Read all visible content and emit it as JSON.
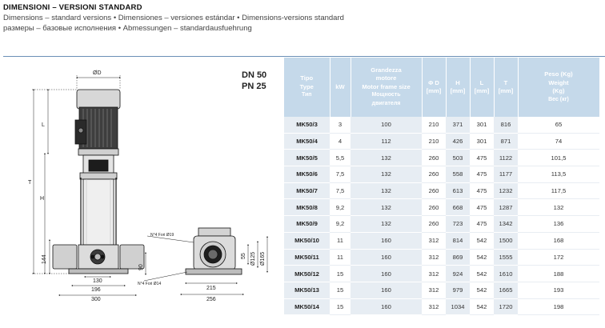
{
  "header": {
    "title": "DIMENSIONI – VERSIONI STANDARD",
    "line2": "Dimensions – standard versions • Dimensiones – versiones estándar • Dimensions-versions standard",
    "line3": "размеры – базовые исполнения • Abmessungen – standardausfuehrung"
  },
  "drawing": {
    "dn": "DN 50",
    "pn": "PN 25",
    "labels": {
      "phi_d": "ØD",
      "l": "L",
      "h": "H",
      "t": "T",
      "d144": "144",
      "d130": "130",
      "d196": "196",
      "d300": "300",
      "d90": "90",
      "d55": "55",
      "d125": "Ø125",
      "d165": "Ø165",
      "d215": "215",
      "d256": "256",
      "fori19": "N°4 Fori Ø19",
      "fori14": "N°4 Fori Ø14"
    }
  },
  "table": {
    "headers": [
      {
        "lines": [
          "Tipo",
          "Type",
          "Тип"
        ]
      },
      {
        "lines": [
          "kW"
        ]
      },
      {
        "lines": [
          "Grandezza",
          "motore",
          "Motor frame size",
          "Мощность",
          "двигателя"
        ]
      },
      {
        "lines": [
          "Φ D",
          "[mm]"
        ]
      },
      {
        "lines": [
          "H",
          "[mm]"
        ]
      },
      {
        "lines": [
          "L",
          "[mm]"
        ]
      },
      {
        "lines": [
          "T",
          "[mm]"
        ]
      },
      {
        "lines": [
          "Peso (Kg)",
          "Weight",
          "(Kg)",
          "Вес (кг)"
        ]
      }
    ],
    "rows": [
      [
        "MK50/3",
        "3",
        "100",
        "210",
        "371",
        "301",
        "816",
        "65"
      ],
      [
        "MK50/4",
        "4",
        "112",
        "210",
        "426",
        "301",
        "871",
        "74"
      ],
      [
        "MK50/5",
        "5,5",
        "132",
        "260",
        "503",
        "475",
        "1122",
        "101,5"
      ],
      [
        "MK50/6",
        "7,5",
        "132",
        "260",
        "558",
        "475",
        "1177",
        "113,5"
      ],
      [
        "MK50/7",
        "7,5",
        "132",
        "260",
        "613",
        "475",
        "1232",
        "117,5"
      ],
      [
        "MK50/8",
        "9,2",
        "132",
        "260",
        "668",
        "475",
        "1287",
        "132"
      ],
      [
        "MK50/9",
        "9,2",
        "132",
        "260",
        "723",
        "475",
        "1342",
        "136"
      ],
      [
        "MK50/10",
        "11",
        "160",
        "312",
        "814",
        "542",
        "1500",
        "168"
      ],
      [
        "MK50/11",
        "11",
        "160",
        "312",
        "869",
        "542",
        "1555",
        "172"
      ],
      [
        "MK50/12",
        "15",
        "160",
        "312",
        "924",
        "542",
        "1610",
        "188"
      ],
      [
        "MK50/13",
        "15",
        "160",
        "312",
        "979",
        "542",
        "1665",
        "193"
      ],
      [
        "MK50/14",
        "15",
        "160",
        "312",
        "1034",
        "542",
        "1720",
        "198"
      ]
    ]
  },
  "colors": {
    "header_bg": "#c5d9ea",
    "shade_bg": "#e7edf3",
    "rule": "#6b8fb6"
  }
}
